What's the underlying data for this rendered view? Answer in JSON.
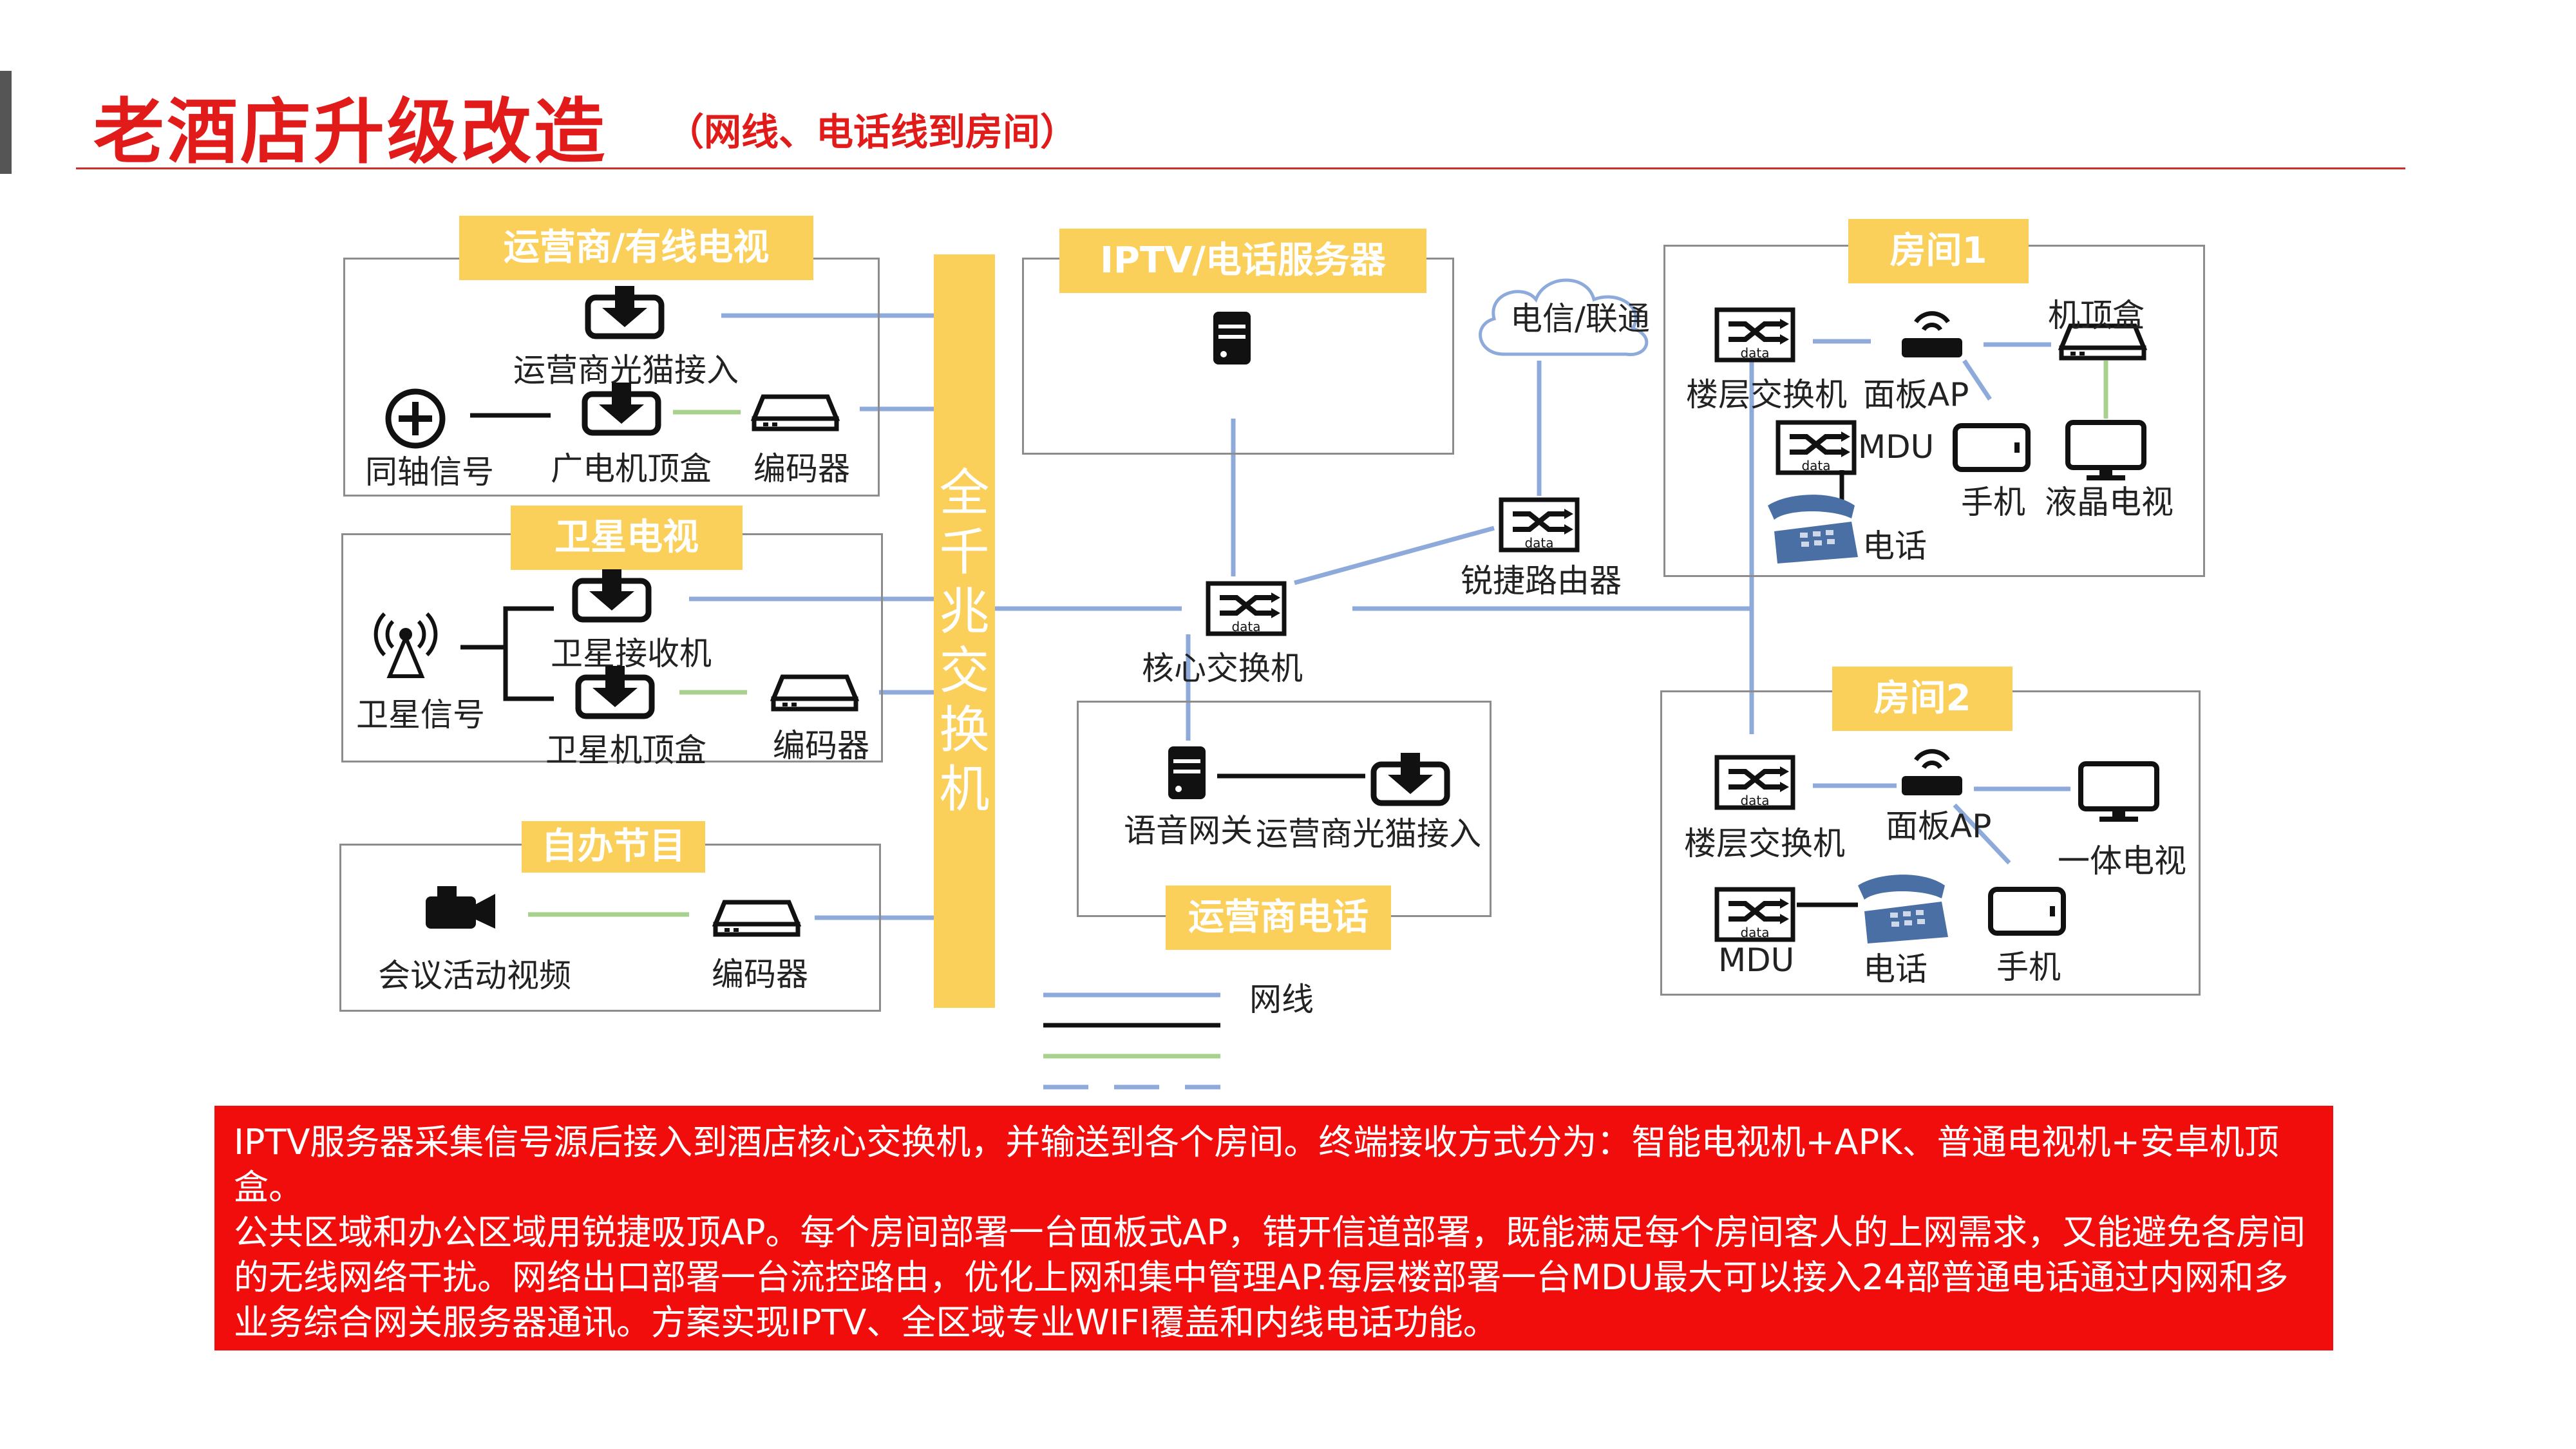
{
  "title": "老酒店升级改造",
  "subtitle": "（网线、电话线到房间）",
  "backbone": "全千兆交换机",
  "groups": {
    "operator_tv": {
      "tag": "运营商/有线电视",
      "optical_modem": "运营商光猫接入",
      "coax_signal": "同轴信号",
      "cable_stb": "广电机顶盒",
      "encoder": "编码器"
    },
    "satellite": {
      "tag": "卫星电视",
      "satellite_signal": "卫星信号",
      "satellite_receiver": "卫星接收机",
      "satellite_stb": "卫星机顶盒",
      "encoder": "编码器"
    },
    "own_program": {
      "tag": "自办节目",
      "meeting_video": "会议活动视频",
      "encoder": "编码器"
    },
    "iptv_server": {
      "tag": "IPTV/电话服务器"
    },
    "operator_phone": {
      "tag": "运营商电话",
      "voice_gateway": "语音网关",
      "optical_modem": "运营商光猫接入"
    },
    "core": {
      "core_switch": "核心交换机",
      "router": "锐捷路由器",
      "isp_cloud": "电信/联通"
    },
    "room1": {
      "tag": "房间1",
      "floor_switch": "楼层交换机",
      "panel_ap": "面板AP",
      "stb": "机顶盒",
      "mdu": "MDU",
      "mobile": "手机",
      "lcd_tv": "液晶电视",
      "phone": "电话"
    },
    "room2": {
      "tag": "房间2",
      "floor_switch": "楼层交换机",
      "panel_ap": "面板AP",
      "all_in_one_tv": "一体电视",
      "mdu": "MDU",
      "phone": "电话",
      "mobile": "手机"
    }
  },
  "legend": {
    "network_cable": "网线"
  },
  "icon_text": {
    "switch_caption": "data"
  },
  "note": [
    "IPTV服务器采集信号源后接入到酒店核心交换机，并输送到各个房间。终端接收方式分为：智能电视机+APK、普通电视机+安卓机顶盒。",
    "公共区域和办公区域用锐捷吸顶AP。每个房间部署一台面板式AP，错开信道部署，既能满足每个房间客人的上网需求，又能避免各房间的无线网络干扰。网络出口部署一台流控路由，优化上网和集中管理AP.每层楼部署一台MDU最大可以接入24部普通电话通过内网和多业务综合网关服务器通讯。方案实现IPTV、全区域专业WIFI覆盖和内线电话功能。"
  ],
  "colors": {
    "accent_red": "#e11a1a",
    "tag_yellow": "#fbd05a",
    "wire_blue": "#8eaadb",
    "wire_green": "#a9d18e",
    "note_red": "#f20d0d"
  },
  "icons": [
    "download-box-icon",
    "plus-circle-icon",
    "stb-icon",
    "satellite-icon",
    "camcorder-icon",
    "server-icon",
    "switch-icon",
    "router-icon",
    "cloud-icon",
    "ap-icon",
    "mobile-icon",
    "tv-icon",
    "telephone-icon"
  ]
}
